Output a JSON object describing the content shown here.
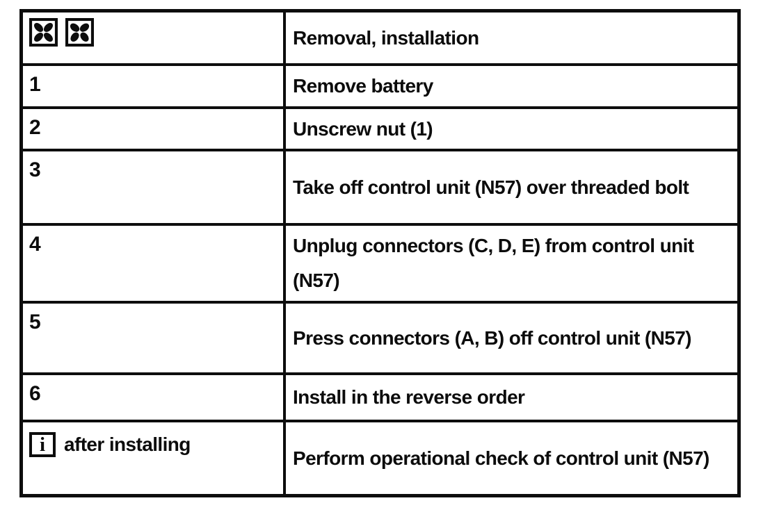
{
  "colors": {
    "ink": "#0d0d0d",
    "paper": "#ffffff"
  },
  "table": {
    "header": {
      "title": "Removal, installation",
      "icons": [
        {
          "name": "removal-symbol"
        },
        {
          "name": "installation-symbol"
        }
      ]
    },
    "rows": [
      {
        "num": "1",
        "text": "Remove battery"
      },
      {
        "num": "2",
        "text": "Unscrew nut (1)"
      },
      {
        "num": "3",
        "text": "Take off control unit (N57) over threaded bolt"
      },
      {
        "num": "4",
        "text": "Unplug connectors (C, D, E) from control unit (N57)"
      },
      {
        "num": "5",
        "text": "Press connectors (A, B) off control unit (N57)"
      },
      {
        "num": "6",
        "text": "Install in the reverse order"
      },
      {
        "icon": "info-symbol",
        "icon_glyph": "i",
        "label": "after installing",
        "text": "Perform operational check of control unit (N57)"
      }
    ]
  }
}
